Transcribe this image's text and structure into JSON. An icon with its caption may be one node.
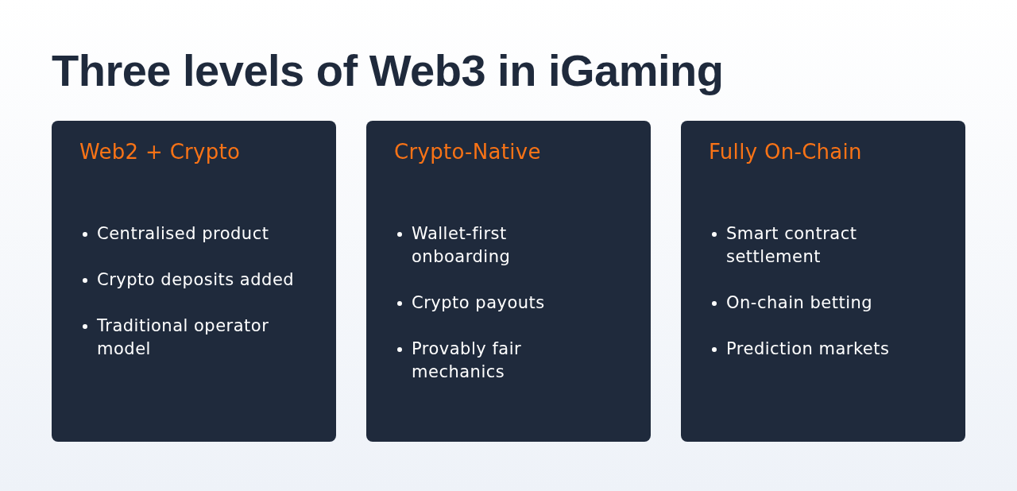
{
  "diagram": {
    "title": "Three levels of Web3 in iGaming",
    "nodes": [
      {
        "text": [
          "Web2 + Crypto",
          "Centralised product",
          "Crypto deposits added",
          "Traditional operator model"
        ]
      },
      {
        "text": [
          "Crypto-Native",
          "Wallet-first onboarding",
          "Crypto payouts",
          "Provably fair mechanics"
        ]
      },
      {
        "text": [
          "Fully On-Chain",
          "Smart contract settlement",
          "On-chain betting",
          "Prediction markets"
        ]
      }
    ]
  }
}
